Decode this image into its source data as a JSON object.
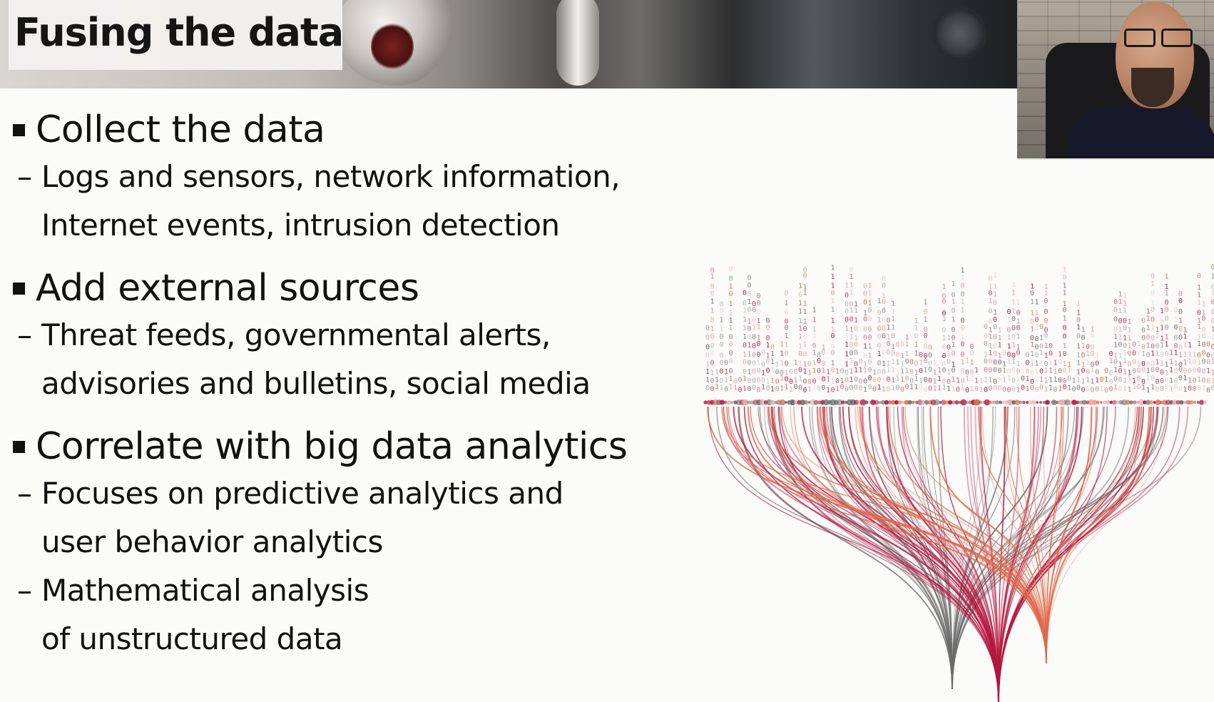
{
  "slide": {
    "title": "Fusing the data",
    "bullets": [
      {
        "heading": "Collect the data",
        "sub": [
          [
            "Logs and sensors, network information,",
            "Internet events, intrusion detection"
          ]
        ]
      },
      {
        "heading": "Add external sources",
        "sub": [
          [
            "Threat feeds, governmental alerts,",
            "advisories and bulletins, social media"
          ]
        ]
      },
      {
        "heading": "Correlate with big data analytics",
        "sub": [
          [
            "Focuses on predictive analytics and",
            "user behavior analytics"
          ],
          [
            "Mathematical analysis",
            "of unstructured data"
          ]
        ]
      }
    ],
    "sub_marker": "–"
  },
  "graphic": {
    "digits": [
      "0",
      "1"
    ],
    "colors": {
      "gray": "#6b6b6b",
      "crimson": "#b5163f",
      "coral": "#e06a4b",
      "pink": "#e8a7a7",
      "text": "#111111",
      "background": "#fbfbf9"
    }
  },
  "presenter": {
    "overlay": "presenter-video"
  }
}
